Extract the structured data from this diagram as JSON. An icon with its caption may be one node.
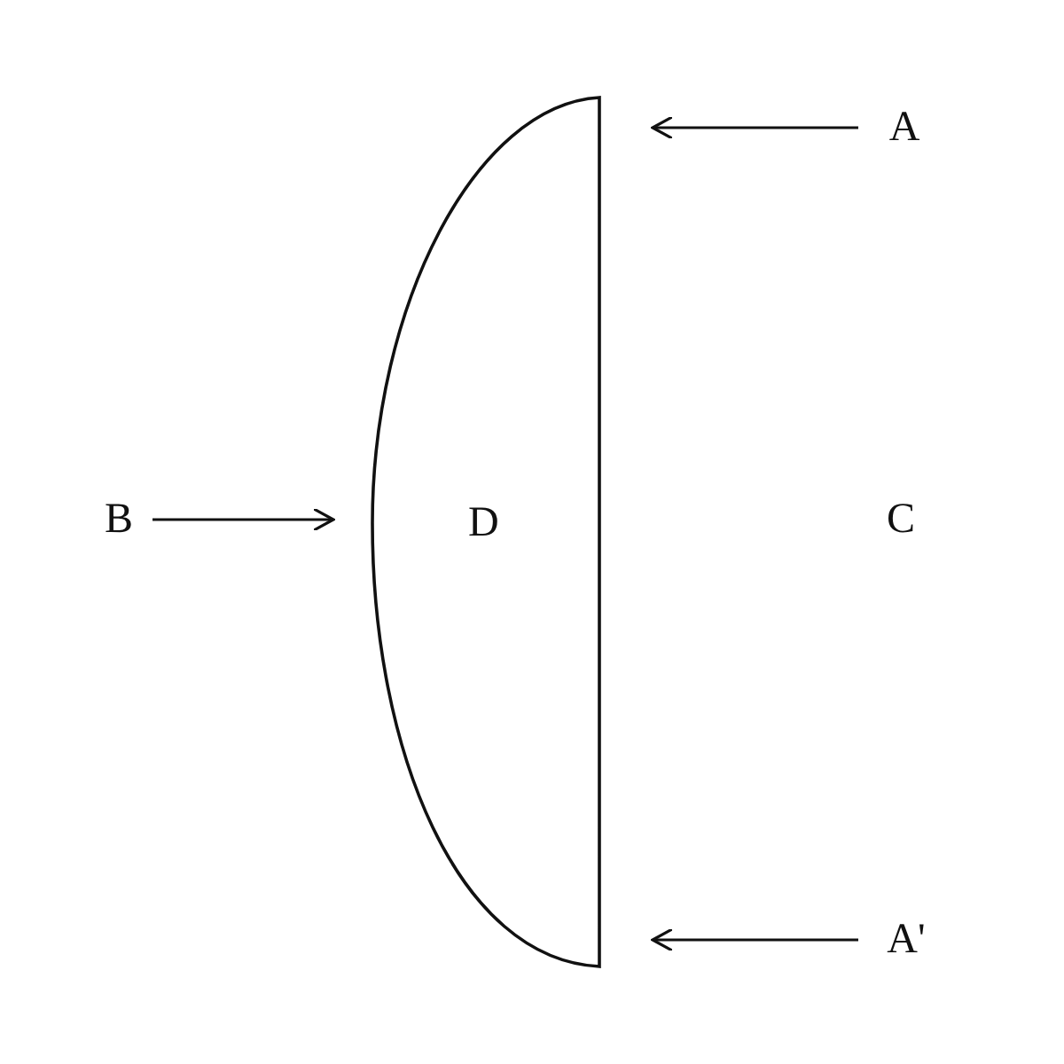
{
  "diagram": {
    "nodes": [
      {
        "text": [
          "D"
        ]
      },
      {
        "text": [
          "A"
        ]
      },
      {
        "text": [
          "B"
        ]
      },
      {
        "text": [
          "A'"
        ]
      }
    ],
    "edges": [
      {
        "from": 1,
        "to": 0,
        "arrow": "to"
      },
      {
        "from": 2,
        "to": 0,
        "arrow": "to"
      },
      {
        "from": 3,
        "to": 0,
        "arrow": "to"
      }
    ],
    "labels": [
      "C"
    ]
  }
}
